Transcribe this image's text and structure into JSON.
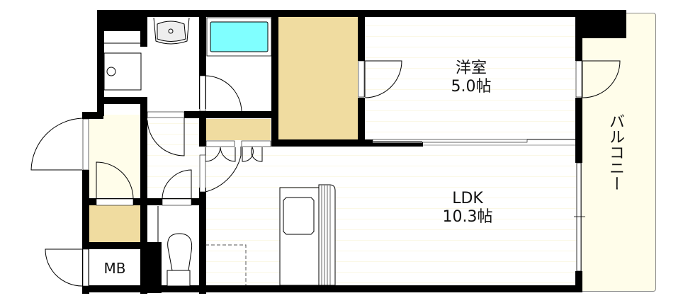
{
  "floorplan": {
    "rooms": {
      "western_room": {
        "name": "洋室",
        "size": "5.0帖"
      },
      "ldk": {
        "name": "LDK",
        "size": "10.3帖"
      },
      "balcony": {
        "name": "バルコニー"
      },
      "meter_box": {
        "name": "MB"
      }
    },
    "colors": {
      "wall": "#000000",
      "storage": "#f0dca0",
      "entrance": "#fffdea",
      "bathtub": "#80ffff",
      "balcony": "#fffdea"
    }
  }
}
